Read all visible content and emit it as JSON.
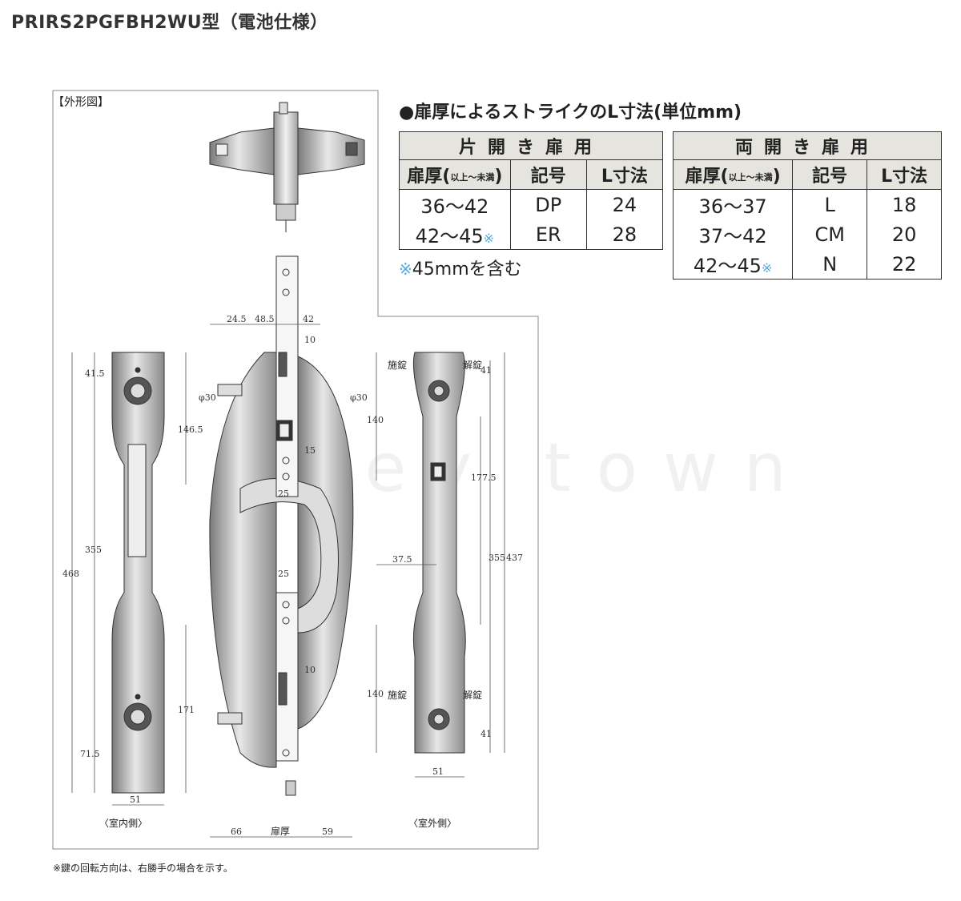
{
  "title": "PRIRS2PGFBH2WU型（電池仕様）",
  "frame_label": "【外形図】",
  "strike_title": "●扉厚によるストライクのL寸法(単位mm)",
  "single_table": {
    "header": "片開き扉用",
    "col1": "扉厚(以上～未満)",
    "col1_main": "扉厚",
    "col1_small": "以上～未満",
    "col2": "記号",
    "col3": "L寸法",
    "rows": [
      {
        "range": "36～42",
        "mark": "",
        "code": "DP",
        "l": "24"
      },
      {
        "range": "42～45",
        "mark": "※",
        "code": "ER",
        "l": "28"
      }
    ]
  },
  "double_table": {
    "header": "両開き扉用",
    "col1_main": "扉厚",
    "col1_small": "以上～未満",
    "col2": "記号",
    "col3": "L寸法",
    "rows": [
      {
        "range": "36～37",
        "mark": "",
        "code": "L",
        "l": "18"
      },
      {
        "range": "37～42",
        "mark": "",
        "code": "CM",
        "l": "20"
      },
      {
        "range": "42～45",
        "mark": "※",
        "code": "N",
        "l": "22"
      }
    ]
  },
  "note_45": {
    "mark": "※",
    "text": "45mmを含む"
  },
  "footnote": "※鍵の回転方向は、右勝手の場合を示す。",
  "watermark": "@key town",
  "drawing": {
    "indoor_label": "〈室内側〉",
    "outdoor_label": "〈室外側〉",
    "lock_label": "施錠",
    "unlock_label": "解錠",
    "door_thickness": "扉厚",
    "dims": {
      "d24_5": "24.5",
      "d48_5": "48.5",
      "d42": "42",
      "d10a": "10",
      "d10b": "10",
      "phi30a": "φ30",
      "phi30b": "φ30",
      "d15": "15",
      "d25a": "25",
      "d25b": "25",
      "d41_5": "41.5",
      "d146_5": "146.5",
      "d355a": "355",
      "d468": "468",
      "d171": "171",
      "d71_5": "71.5",
      "d51a": "51",
      "d66": "66",
      "d59": "59",
      "d41a": "41",
      "d140a": "140",
      "d177_5": "177.5",
      "d37_5": "37.5",
      "d355b": "355",
      "d437": "437",
      "d140b": "140",
      "d41b": "41",
      "d51b": "51"
    }
  }
}
